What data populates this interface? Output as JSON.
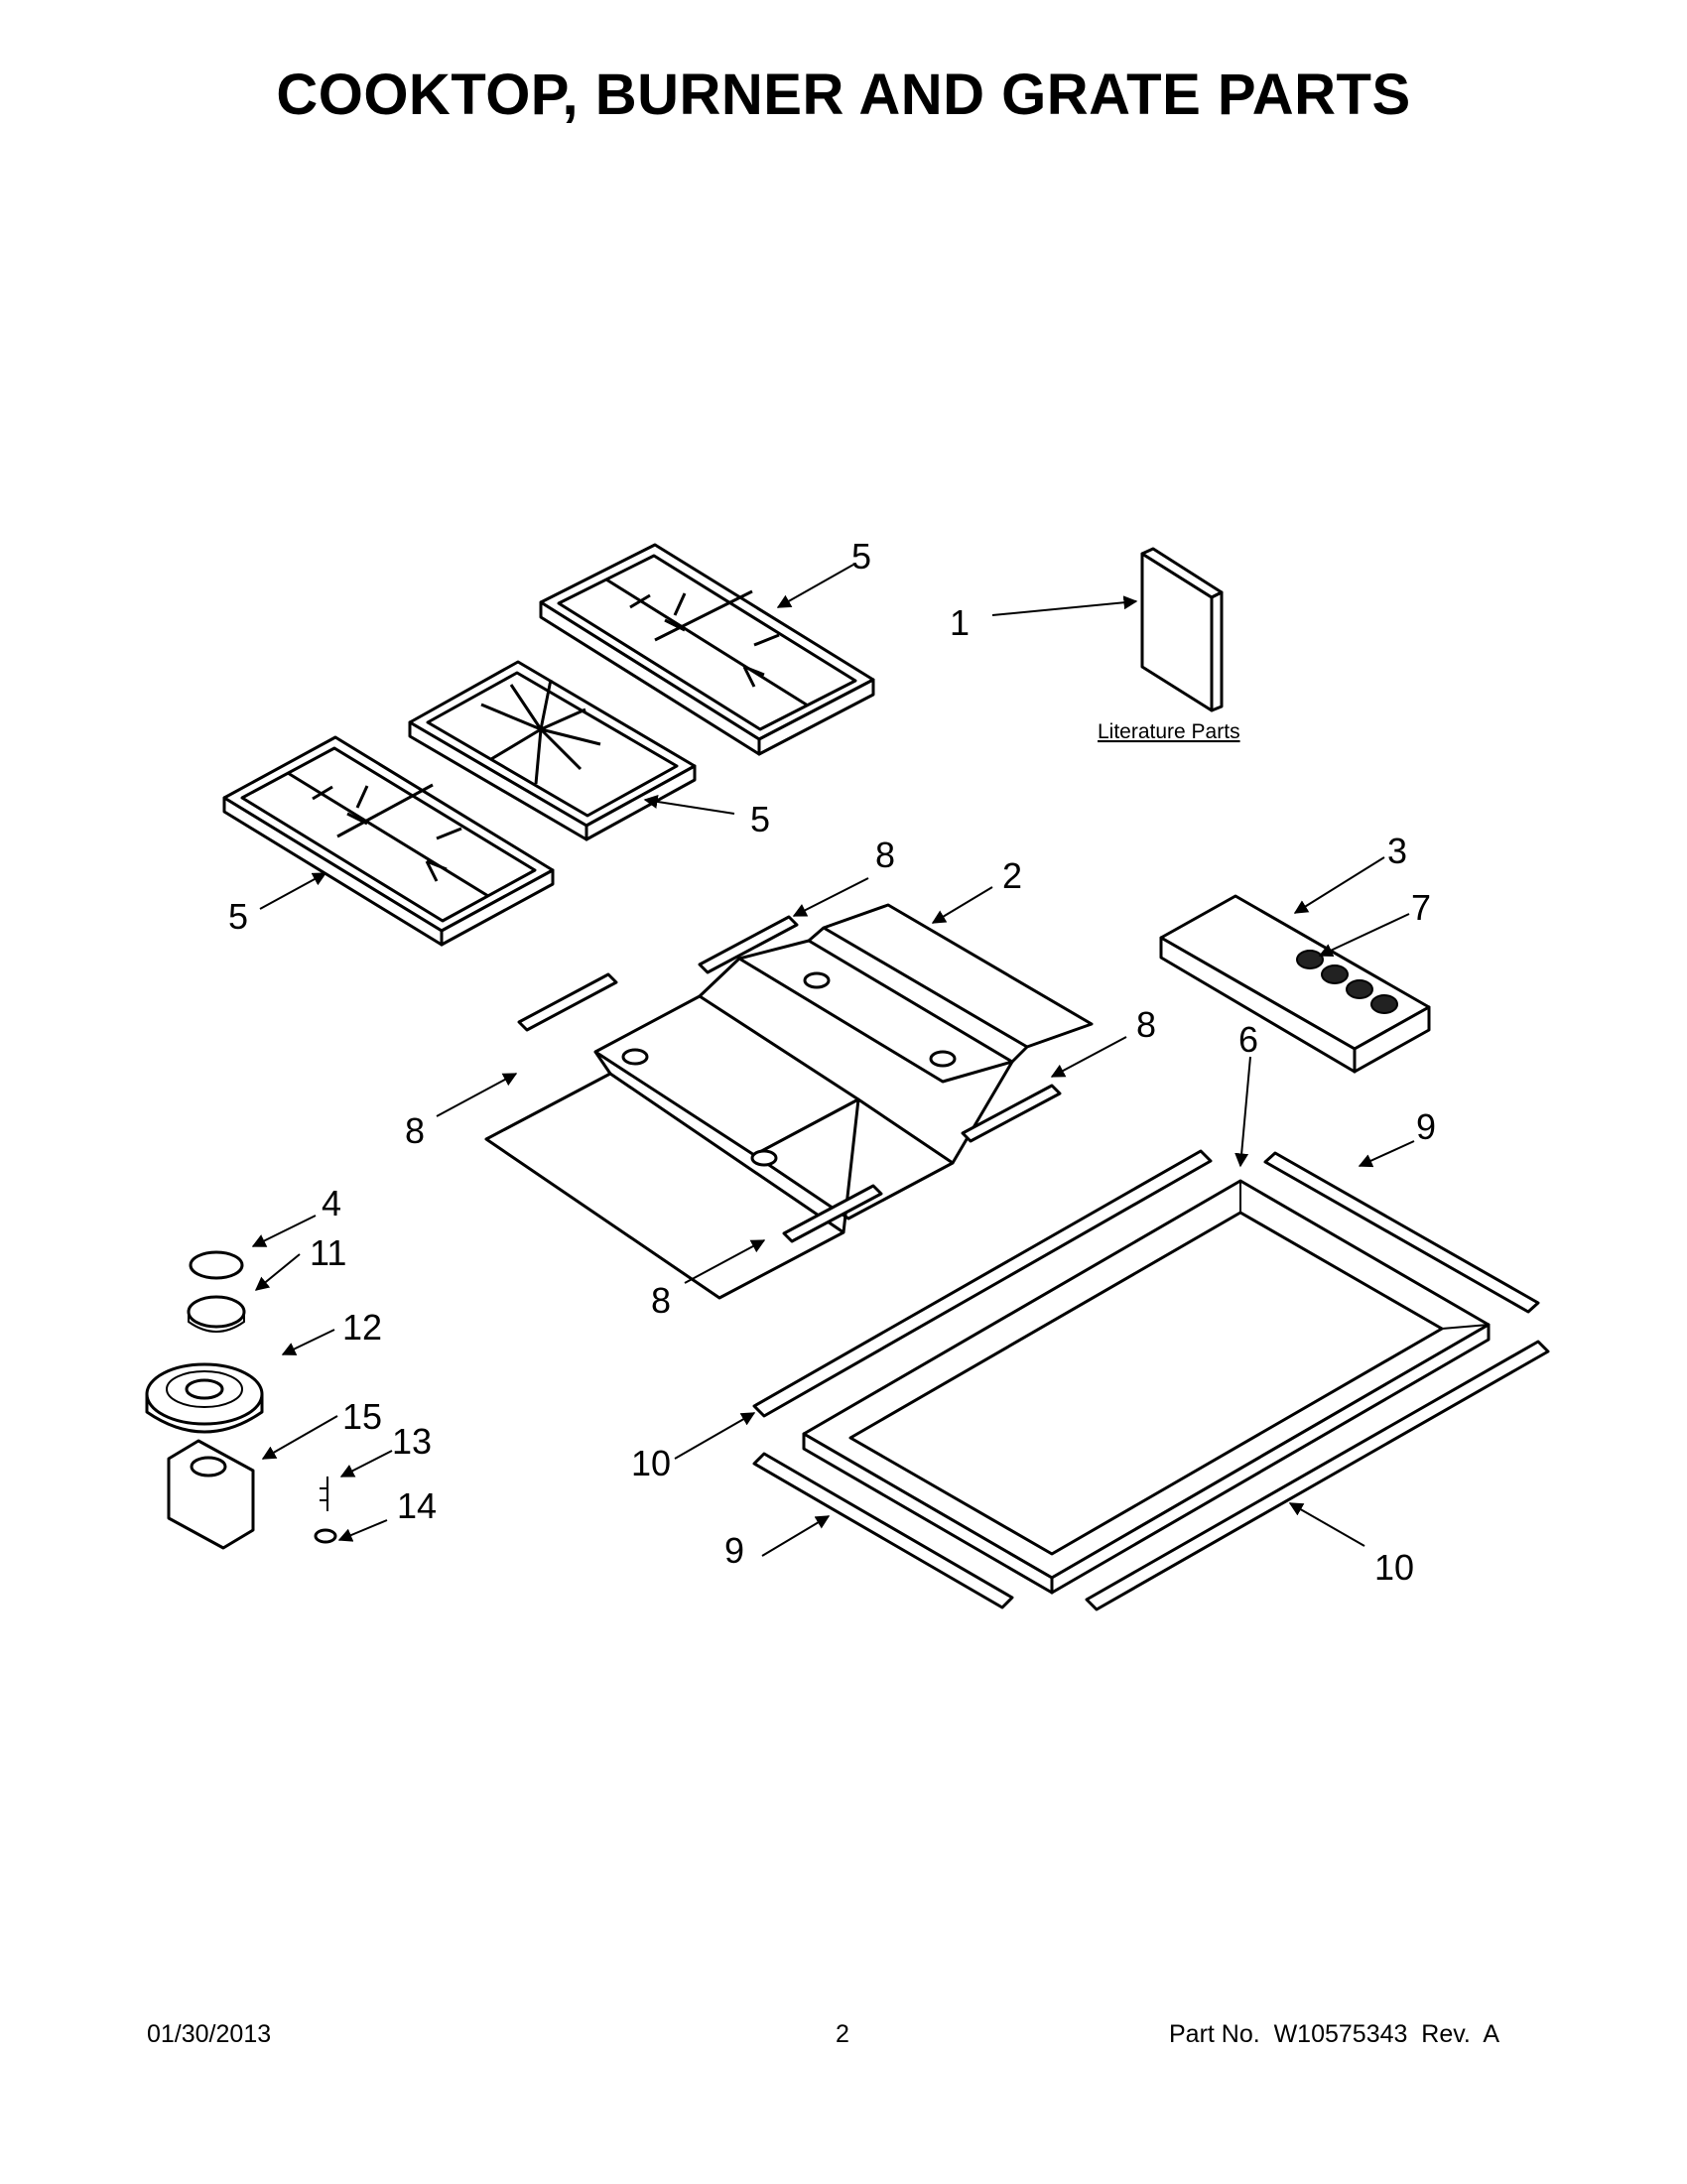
{
  "title": "COOKTOP, BURNER AND GRATE PARTS",
  "literature_label": "Literature Parts",
  "callouts": {
    "c1": "1",
    "c2": "2",
    "c3": "3",
    "c4": "4",
    "c5a": "5",
    "c5b": "5",
    "c5c": "5",
    "c6": "6",
    "c7": "7",
    "c8a": "8",
    "c8b": "8",
    "c8c": "8",
    "c8d": "8",
    "c9a": "9",
    "c9b": "9",
    "c10a": "10",
    "c10b": "10",
    "c11": "11",
    "c12": "12",
    "c13": "13",
    "c14": "14",
    "c15": "15"
  },
  "footer": {
    "date": "01/30/2013",
    "page": "2",
    "part": "Part No.  W10575343  Rev.  A"
  }
}
